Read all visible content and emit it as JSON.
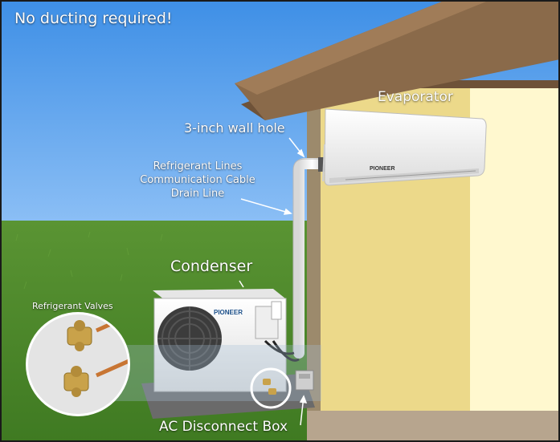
{
  "labels": {
    "no_ducting": "No ducting required!",
    "evaporator": "Evaporator",
    "wall_hole": "3-inch wall hole",
    "line_set": [
      "Refrigerant Lines",
      "Communication Cable",
      "Drain Line"
    ],
    "condenser": "Condenser",
    "refrigerant_valves": "Refrigerant Valves",
    "disconnect_box": "AC Disconnect Box"
  },
  "brand": {
    "indoor_logo": "PIONEER",
    "outdoor_logo": "PIONEER"
  },
  "colors": {
    "sky_top": "#3e8fe6",
    "sky_bottom": "#cfe6ff",
    "grass": "#4f8a2c",
    "wall": "#ecd98a",
    "wall_light": "#fff8cf",
    "roof": "#8a6a4a",
    "unit": "#f4f4f4",
    "valve_brass": "#c9a24a",
    "copper": "#c87533"
  }
}
